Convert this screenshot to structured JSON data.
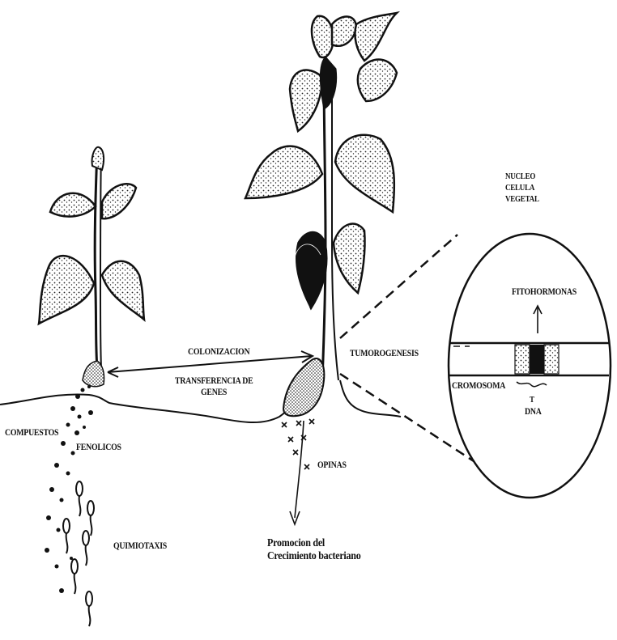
{
  "labels": {
    "nucleo_line1": "NUCLEO",
    "nucleo_line2": "CELULA",
    "nucleo_line3": "VEGETAL",
    "fitohormonas": "FITOHORMONAS",
    "colonizacion": "COLONIZACION",
    "tumorogenesis": "TUMOROGENESIS",
    "transferencia_line1": "TRANSFERENCIA DE",
    "transferencia_line2": "GENES",
    "cromosoma": "CROMOSOMA",
    "t_label": "T",
    "dna_label": "DNA",
    "compuestos": "COMPUESTOS",
    "fenolicos": "FENOLICOS",
    "opinas": "OPINAS",
    "quimiotaxis": "QUIMIOTAXIS",
    "promocion_line1": "Promocion del",
    "promocion_line2": "Crecimiento bacteriano"
  },
  "colors": {
    "ink": "#111111",
    "paper": "#ffffff"
  }
}
